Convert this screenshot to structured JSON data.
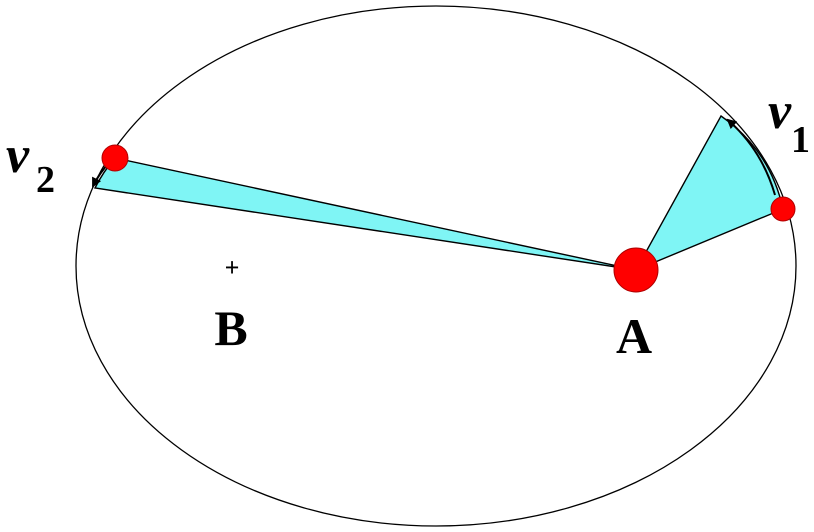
{
  "labels": {
    "sun": "A",
    "center": "B",
    "center_mark": "+",
    "v1_letter": "v",
    "v1_sub": "1",
    "v2_letter": "v",
    "v2_sub": "2"
  },
  "colors": {
    "swept_area": "#7ff5f5",
    "body": "#ff0000",
    "orbit": "#000000"
  }
}
